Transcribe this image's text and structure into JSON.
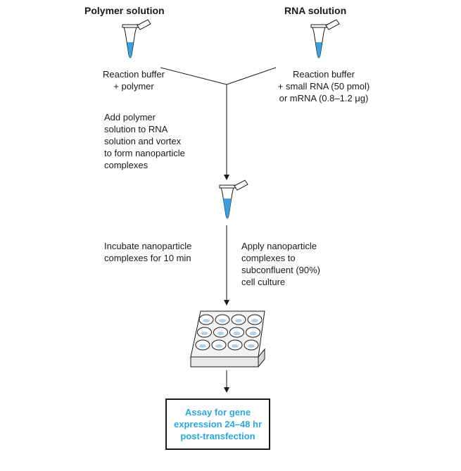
{
  "colors": {
    "accent": "#29a8e0",
    "liquid": "#3b9fe0",
    "line": "#1a1a1a",
    "plate": "#e8e8e8"
  },
  "left": {
    "title": "Polymer solution",
    "line1": "Reaction buffer",
    "line2": "+ polymer",
    "icon": "microcentrifuge-tube-icon"
  },
  "right": {
    "title": "RNA solution",
    "line1": "Reaction buffer",
    "line2": "+ small RNA (50 pmol)",
    "line3": "or mRNA (0.8–1.2 μg)",
    "icon": "microcentrifuge-tube-icon"
  },
  "step_mix": [
    "Add polymer",
    "solution to RNA",
    "solution and vortex",
    "to form nanoparticle",
    "complexes"
  ],
  "step_incubate": [
    "Incubate nanoparticle",
    "complexes for 10 min"
  ],
  "step_apply": [
    "Apply nanoparticle",
    "complexes to",
    "subconfluent (90%)",
    "cell culture"
  ],
  "plate_icon": "well-plate-icon",
  "final": [
    "Assay for gene",
    "expression 24–48 hr",
    "post-transfection"
  ]
}
